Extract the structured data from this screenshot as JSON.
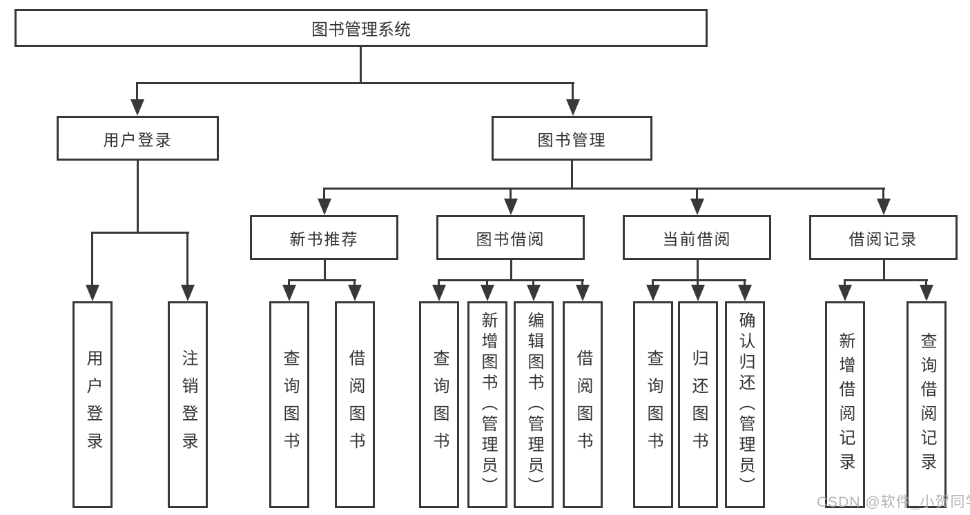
{
  "tree": {
    "root": {
      "label": "图书管理系统"
    },
    "level2": [
      {
        "label": "用户登录"
      },
      {
        "label": "图书管理"
      }
    ],
    "level3": [
      {
        "label": "新书推荐"
      },
      {
        "label": "图书借阅"
      },
      {
        "label": "当前借阅"
      },
      {
        "label": "借阅记录"
      }
    ],
    "leaves": {
      "user_login": [
        {
          "label": "用户登录"
        },
        {
          "label": "注销登录"
        }
      ],
      "new_books": [
        {
          "label": "查询图书"
        },
        {
          "label": "借阅图书"
        }
      ],
      "book_borrow": [
        {
          "label": "查询图书"
        },
        {
          "label": "新增图书（管理员）"
        },
        {
          "label": "编辑图书（管理员）"
        },
        {
          "label": "借阅图书"
        }
      ],
      "current_borrow": [
        {
          "label": "查询图书"
        },
        {
          "label": "归还图书"
        },
        {
          "label": "确认归还（管理员）"
        }
      ],
      "borrow_records": [
        {
          "label": "新增借阅记录"
        },
        {
          "label": "查询借阅记录"
        }
      ]
    }
  },
  "watermark": {
    "text": "CSDN @软件_小贺同学"
  },
  "colors": {
    "line": "#383838",
    "text": "#333333",
    "box_background": "#ffffff",
    "watermark": "#b5b5b5",
    "page_background": "#ffffff"
  }
}
